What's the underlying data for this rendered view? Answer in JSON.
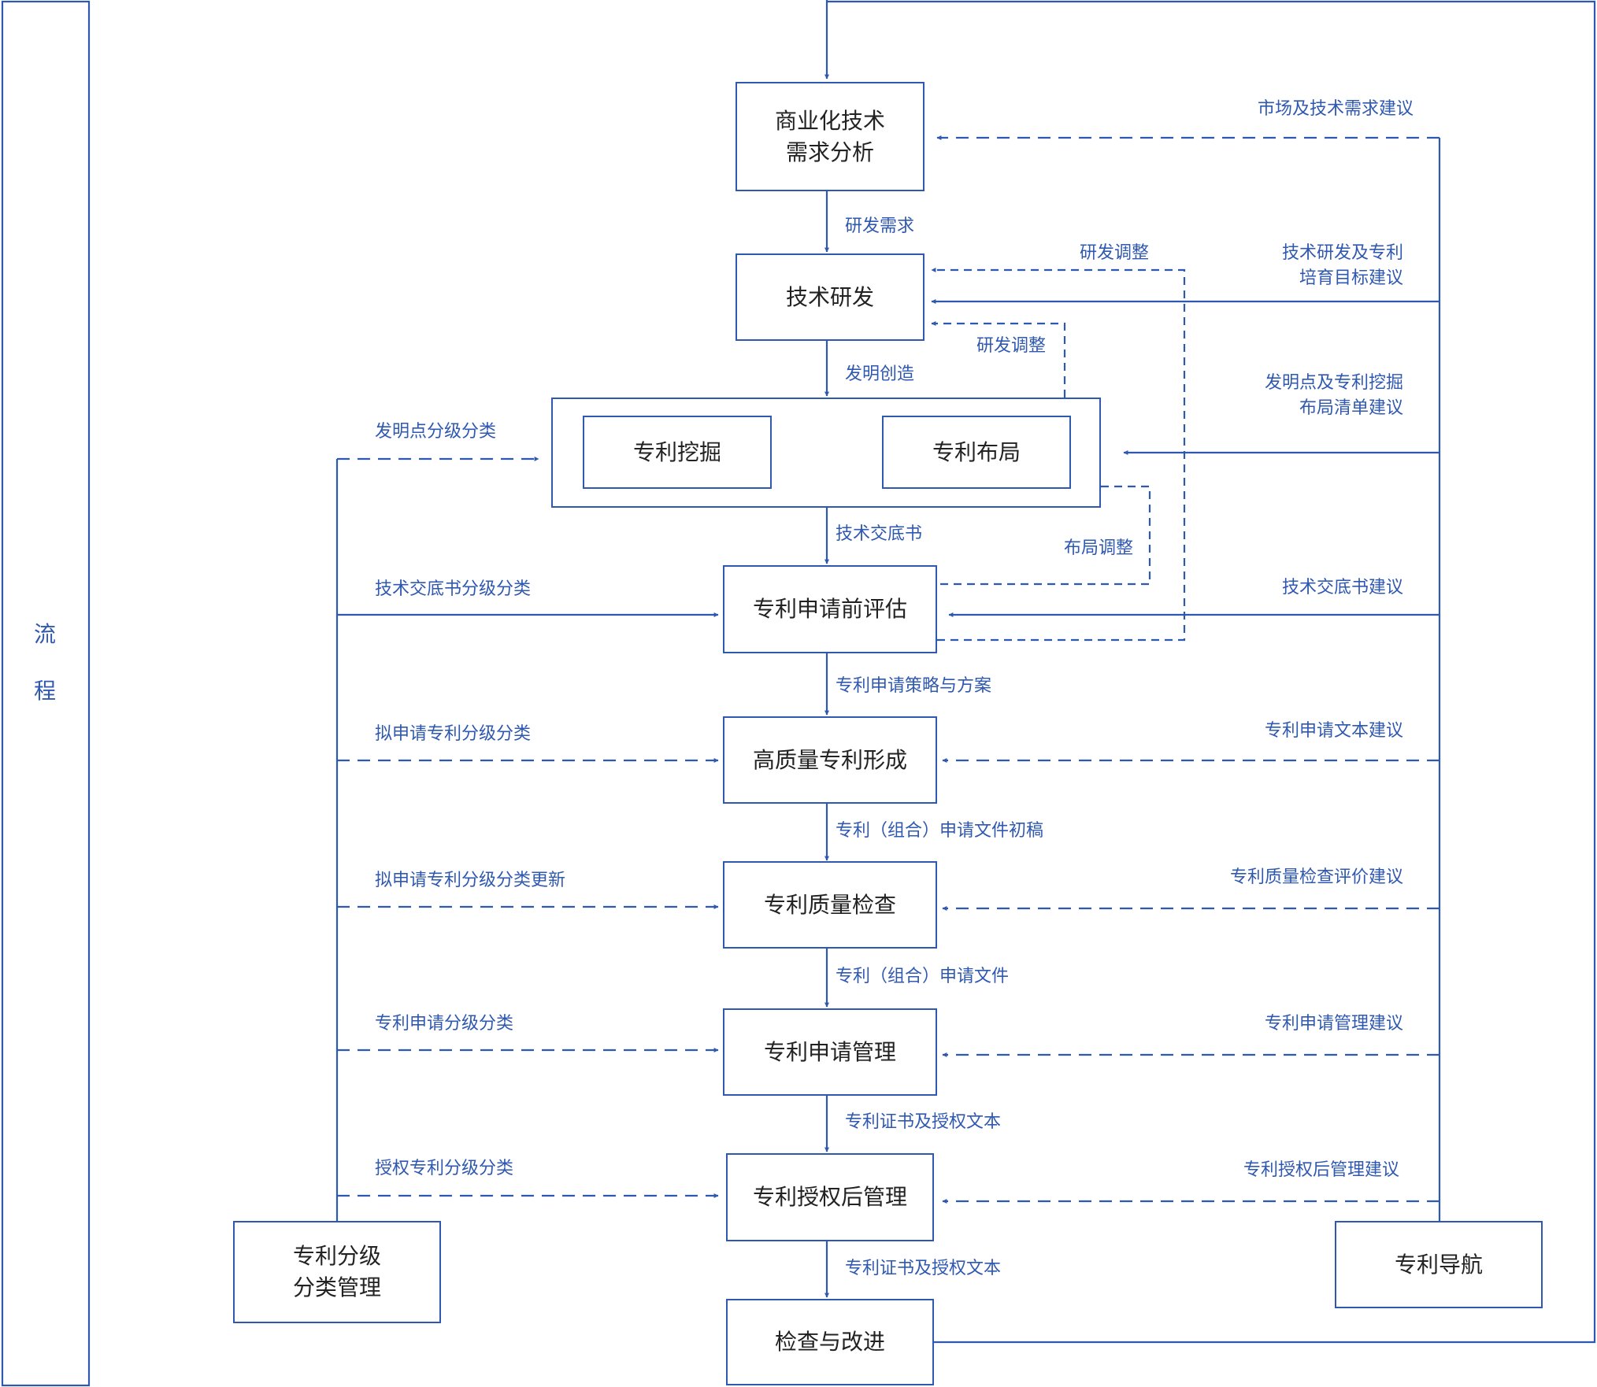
{
  "lane": {
    "label": "流\n程"
  },
  "boxes": {
    "commercial": "商业化技术\n需求分析",
    "rd": "技术研发",
    "mining": "专利挖掘",
    "layout": "专利布局",
    "pre_eval": "专利申请前评估",
    "hq": "高质量专利形成",
    "quality": "专利质量检查",
    "app_mgmt": "专利申请管理",
    "post_grant": "专利授权后管理",
    "improve": "检查与改进",
    "grading": "专利分级\n分类管理",
    "navigation": "专利导航"
  },
  "flow_labels": {
    "rd_demand": "研发需求",
    "invention": "发明创造",
    "disclosure": "技术交底书",
    "strategy": "专利申请策略与方案",
    "draft": "专利（组合）申请文件初稿",
    "files": "专利（组合）申请文件",
    "cert1": "专利证书及授权文本",
    "cert2": "专利证书及授权文本"
  },
  "feedback_labels": {
    "rd_adjust_top": "研发调整",
    "rd_adjust_mid": "研发调整",
    "layout_adjust": "布局调整"
  },
  "left_labels": {
    "invention_grading": "发明点分级分类",
    "disclosure_grading": "技术交底书分级分类",
    "planned_grading": "拟申请专利分级分类",
    "planned_update": "拟申请专利分级分类更新",
    "application_grading": "专利申请分级分类",
    "granted_grading": "授权专利分级分类"
  },
  "right_labels": {
    "market": "市场及技术需求建议",
    "rd_goal": "技术研发及专利\n培育目标建议",
    "mining_list": "发明点及专利挖掘\n布局清单建议",
    "disclosure_advice": "技术交底书建议",
    "text_advice": "专利申请文本建议",
    "quality_advice": "专利质量检查评价建议",
    "mgmt_advice": "专利申请管理建议",
    "post_advice": "专利授权后管理建议"
  },
  "colors": {
    "line": "#2f58b0",
    "text_dark": "#222222",
    "label": "#2f58b0"
  }
}
